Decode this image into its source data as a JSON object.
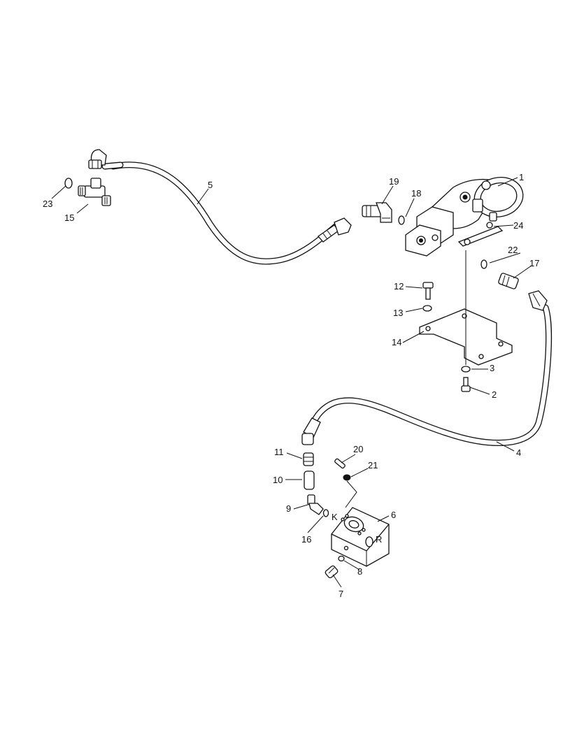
{
  "diagram": {
    "callouts": [
      {
        "id": "c1",
        "text": "1"
      },
      {
        "id": "c2",
        "text": "2"
      },
      {
        "id": "c3",
        "text": "3"
      },
      {
        "id": "c4",
        "text": "4"
      },
      {
        "id": "c5",
        "text": "5"
      },
      {
        "id": "c6",
        "text": "6"
      },
      {
        "id": "c7",
        "text": "7"
      },
      {
        "id": "c8",
        "text": "8"
      },
      {
        "id": "c9",
        "text": "9"
      },
      {
        "id": "c10",
        "text": "10"
      },
      {
        "id": "c11",
        "text": "11"
      },
      {
        "id": "c12",
        "text": "12"
      },
      {
        "id": "c13",
        "text": "13"
      },
      {
        "id": "c14",
        "text": "14"
      },
      {
        "id": "c15",
        "text": "15"
      },
      {
        "id": "c16",
        "text": "16"
      },
      {
        "id": "c17",
        "text": "17"
      },
      {
        "id": "c18",
        "text": "18"
      },
      {
        "id": "c19",
        "text": "19"
      },
      {
        "id": "c20",
        "text": "20"
      },
      {
        "id": "c21",
        "text": "21"
      },
      {
        "id": "c22",
        "text": "22"
      },
      {
        "id": "c23",
        "text": "23"
      },
      {
        "id": "c24",
        "text": "24"
      }
    ],
    "port_labels": {
      "k": "K",
      "r": "R"
    }
  }
}
